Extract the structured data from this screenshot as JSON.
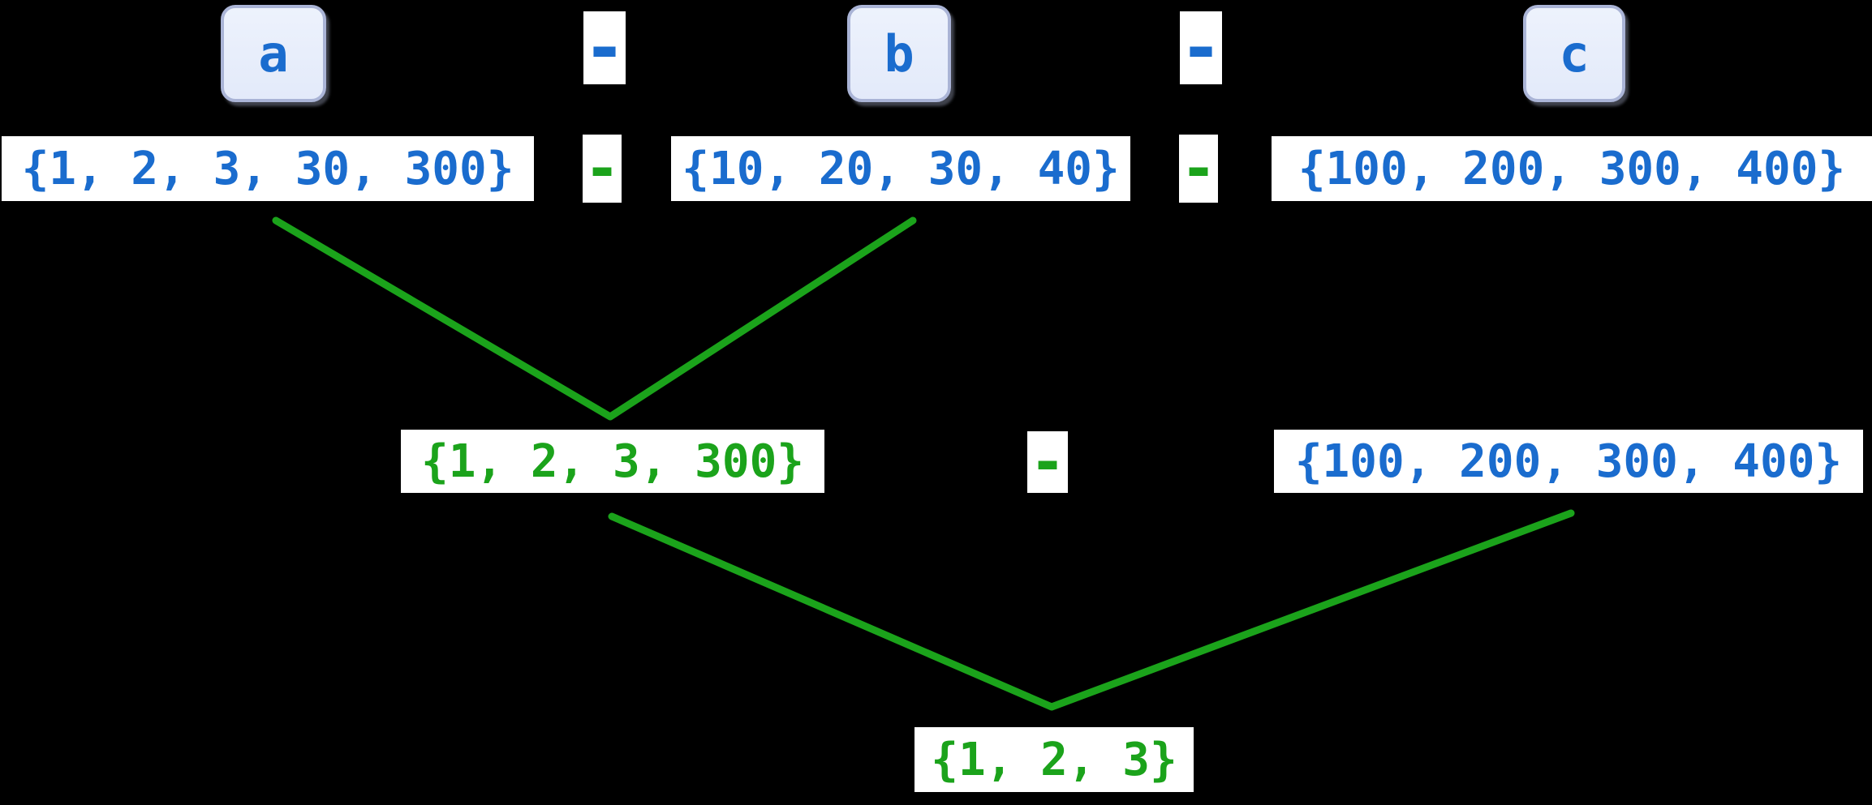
{
  "colors": {
    "background": "#000000",
    "blue": "#1a6cce",
    "green": "#1ba31b",
    "chip_bg": "#e3eafa",
    "chip_border": "#aab4d6",
    "box_bg": "#ffffff"
  },
  "expression": {
    "operator": "-",
    "operands": [
      {
        "label": "a",
        "set": "{1, 2, 3, 30, 300}"
      },
      {
        "label": "b",
        "set": "{10, 20, 30, 40}"
      },
      {
        "label": "c",
        "set": "{100, 200, 300, 400}"
      }
    ]
  },
  "step1": {
    "result": "{1, 2, 3, 300}",
    "operator": "-",
    "operand": "{100, 200, 300, 400}"
  },
  "step2": {
    "result": "{1, 2, 3}"
  }
}
